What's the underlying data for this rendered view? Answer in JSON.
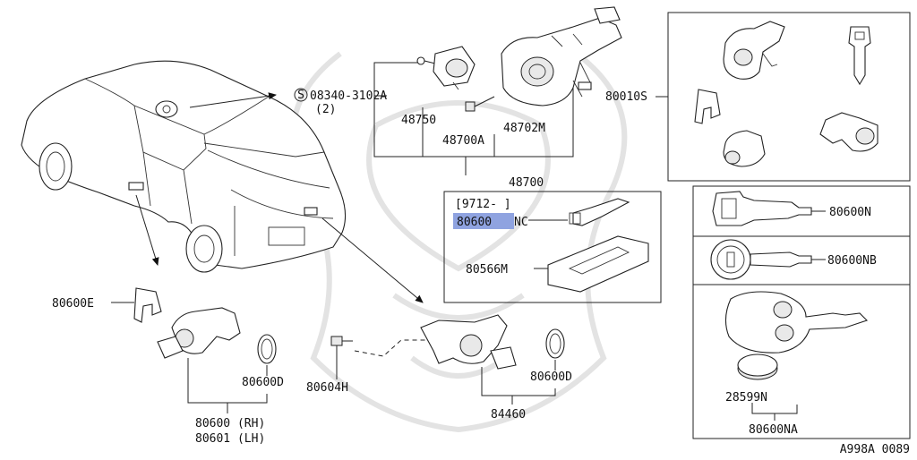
{
  "diagram": {
    "figure_code": "A998A 0089",
    "highlight_color": "#8fa3e0",
    "parts": {
      "screw_code": "08340-3102A",
      "screw_qty": "(2)",
      "s_mark": "S",
      "p48750": "48750",
      "p48700A": "48700A",
      "p48702M": "48702M",
      "p48700": "48700",
      "p80010S": "80010S",
      "date_range": "[9712-        ]",
      "p80600NC_prefix": "80600",
      "p80600NC_suffix": "NC",
      "p80566M": "80566M",
      "p80600N": "80600N",
      "p80600NB": "80600NB",
      "p28599N": "28599N",
      "p80600NA": "80600NA",
      "p80600E": "80600E",
      "p80600D_left": "80600D",
      "p80600_rh": "80600 (RH)",
      "p80601_lh": "80601 (LH)",
      "p80604H": "80604H",
      "p80600D_right": "80600D",
      "p84460": "84460"
    }
  }
}
